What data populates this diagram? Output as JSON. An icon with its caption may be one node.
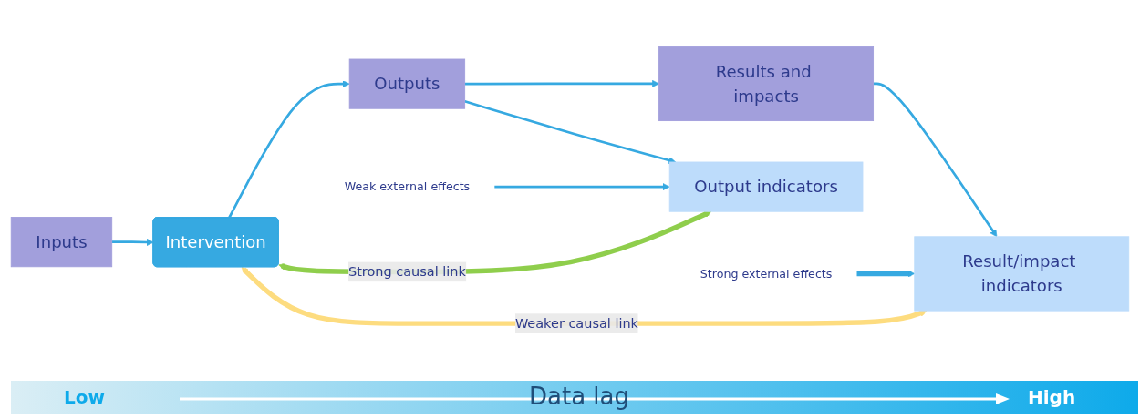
{
  "diagram": {
    "nodes": [
      {
        "text": [
          "Inputs"
        ]
      },
      {
        "text": [
          "Intervention"
        ]
      },
      {
        "text": [
          "Outputs"
        ]
      },
      {
        "text": [
          "Results and impacts"
        ]
      },
      {
        "text": [
          "Output indicators"
        ]
      },
      {
        "text": [
          "Result/impact indicators"
        ]
      },
      {
        "text": [
          "Weak external effects"
        ]
      },
      {
        "text": [
          "Strong external effects"
        ]
      }
    ],
    "edges": [
      {
        "from": 0,
        "to": 1,
        "arrow": "to"
      },
      {
        "from": 1,
        "to": 2,
        "arrow": "to"
      },
      {
        "from": 2,
        "to": 3,
        "arrow": "to"
      },
      {
        "from": 2,
        "to": 4,
        "arrow": "to"
      },
      {
        "from": 3,
        "to": 5,
        "arrow": "to"
      },
      {
        "from": 6,
        "to": 4,
        "arrow": "to"
      },
      {
        "from": 7,
        "to": 5,
        "arrow": "to",
        "style": "thick"
      },
      {
        "from": 1,
        "to": 4,
        "arrow": "both",
        "label": "Strong causal link",
        "style": "thick",
        "color": "#8fce4c"
      },
      {
        "from": 1,
        "to": 5,
        "arrow": "both",
        "label": "Weaker causal link",
        "style": "thick",
        "color": "#fddc7f"
      }
    ],
    "labels": [
      "Low",
      "Data lag",
      "High"
    ]
  }
}
